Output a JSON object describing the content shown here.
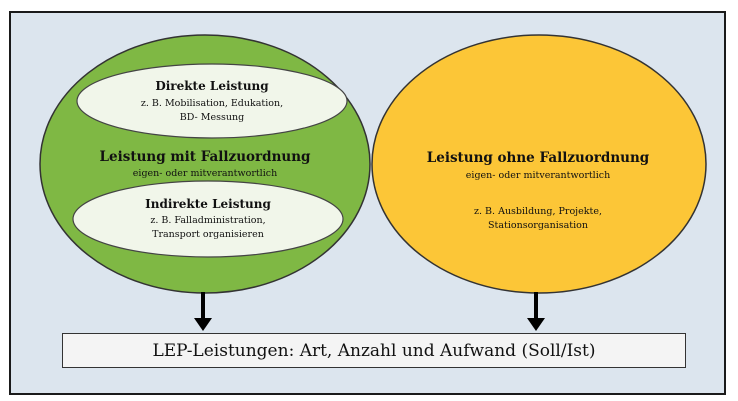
{
  "diagram": {
    "left_ellipse": {
      "title": "Leistung mit Fallzuordnung",
      "subtitle": "eigen- oder mitverantwortlich",
      "fill": "#7fb844",
      "inner_top": {
        "title": "Direkte Leistung",
        "line1": "z. B. Mobilisation, Edukation,",
        "line2": "BD- Messung"
      },
      "inner_bottom": {
        "title": "Indirekte Leistung",
        "line1": "z. B. Falladministration,",
        "line2": "Transport organisieren"
      }
    },
    "right_ellipse": {
      "title": "Leistung ohne Fallzuordnung",
      "subtitle": "eigen- oder mitverantwortlich",
      "line1": "z. B. Ausbildung, Projekte,",
      "line2": "Stationsorganisation",
      "fill": "#fcc637"
    },
    "bottom_box": {
      "label": "LEP-Leistungen: Art, Anzahl und Aufwand (Soll/Ist)"
    },
    "colors": {
      "frame_bg": "#dce5ee",
      "inner_ellipse": "#f1f6ea",
      "border": "#1a1a1a"
    }
  }
}
